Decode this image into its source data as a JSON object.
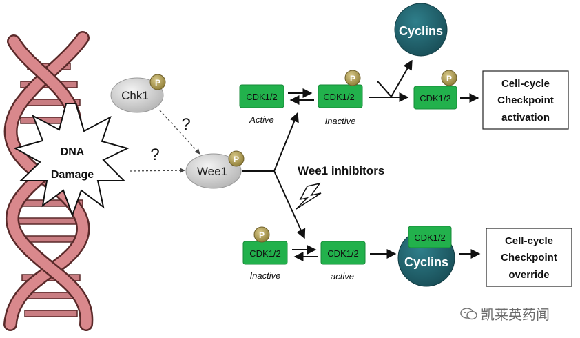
{
  "dna": {
    "label_line1": "DNA",
    "label_line2": "Damage"
  },
  "kinases": {
    "chk1": "Chk1",
    "wee1": "Wee1"
  },
  "phospho_label": "P",
  "question_mark": "?",
  "top_path": {
    "cdk_active": "CDK1/2",
    "state_active": "Active",
    "cdk_inactive": "CDK1/2",
    "state_inactive": "Inactive",
    "cyclins": "Cyclins",
    "cdk_final": "CDK1/2",
    "outcome_line1": "Cell-cycle",
    "outcome_line2": "Checkpoint",
    "outcome_line3": "activation"
  },
  "inhibitor_label": "Wee1 inhibitors",
  "bottom_path": {
    "cdk_inactive": "CDK1/2",
    "state_inactive": "Inactive",
    "cdk_active": "CDK1/2",
    "state_active": "active",
    "complex_cdk": "CDK1/2",
    "complex_cyclins": "Cyclins",
    "outcome_line1": "Cell-cycle",
    "outcome_line2": "Checkpoint",
    "outcome_line3": "override"
  },
  "watermark": "凯莱英药闻",
  "colors": {
    "cdk_green": "#22b14c",
    "cyclin_teal": "#1f5f6b",
    "phospho_gold": "#a8964a",
    "dna_pink": "#d9888c",
    "dna_outline": "#5a2a2a",
    "kinase_grey": "#c8c8c8"
  }
}
